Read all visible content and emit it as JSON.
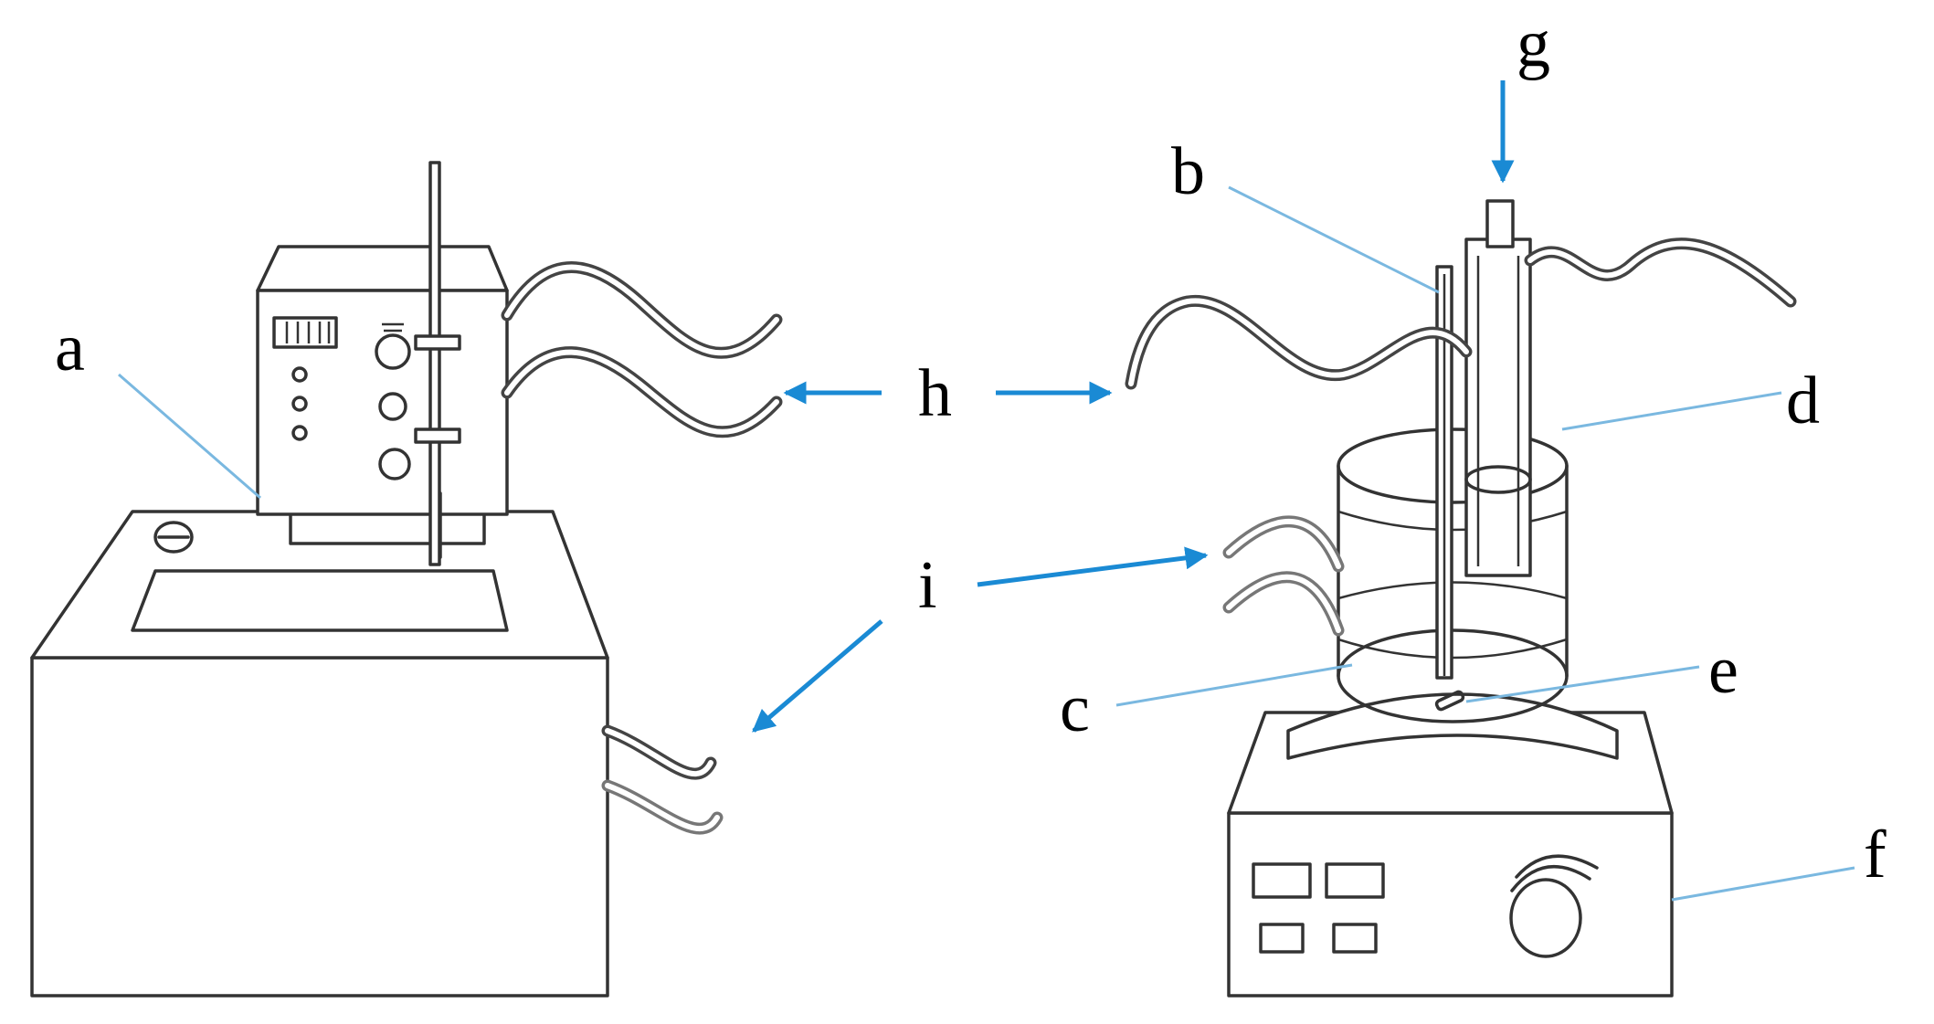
{
  "labels": {
    "a": "a",
    "b": "b",
    "c": "c",
    "d": "d",
    "e": "e",
    "f": "f",
    "g": "g",
    "h": "h",
    "i": "i"
  },
  "colors": {
    "outline": "#333333",
    "callout_line": "#7ab8e0",
    "arrow": "#1a8ad4"
  }
}
